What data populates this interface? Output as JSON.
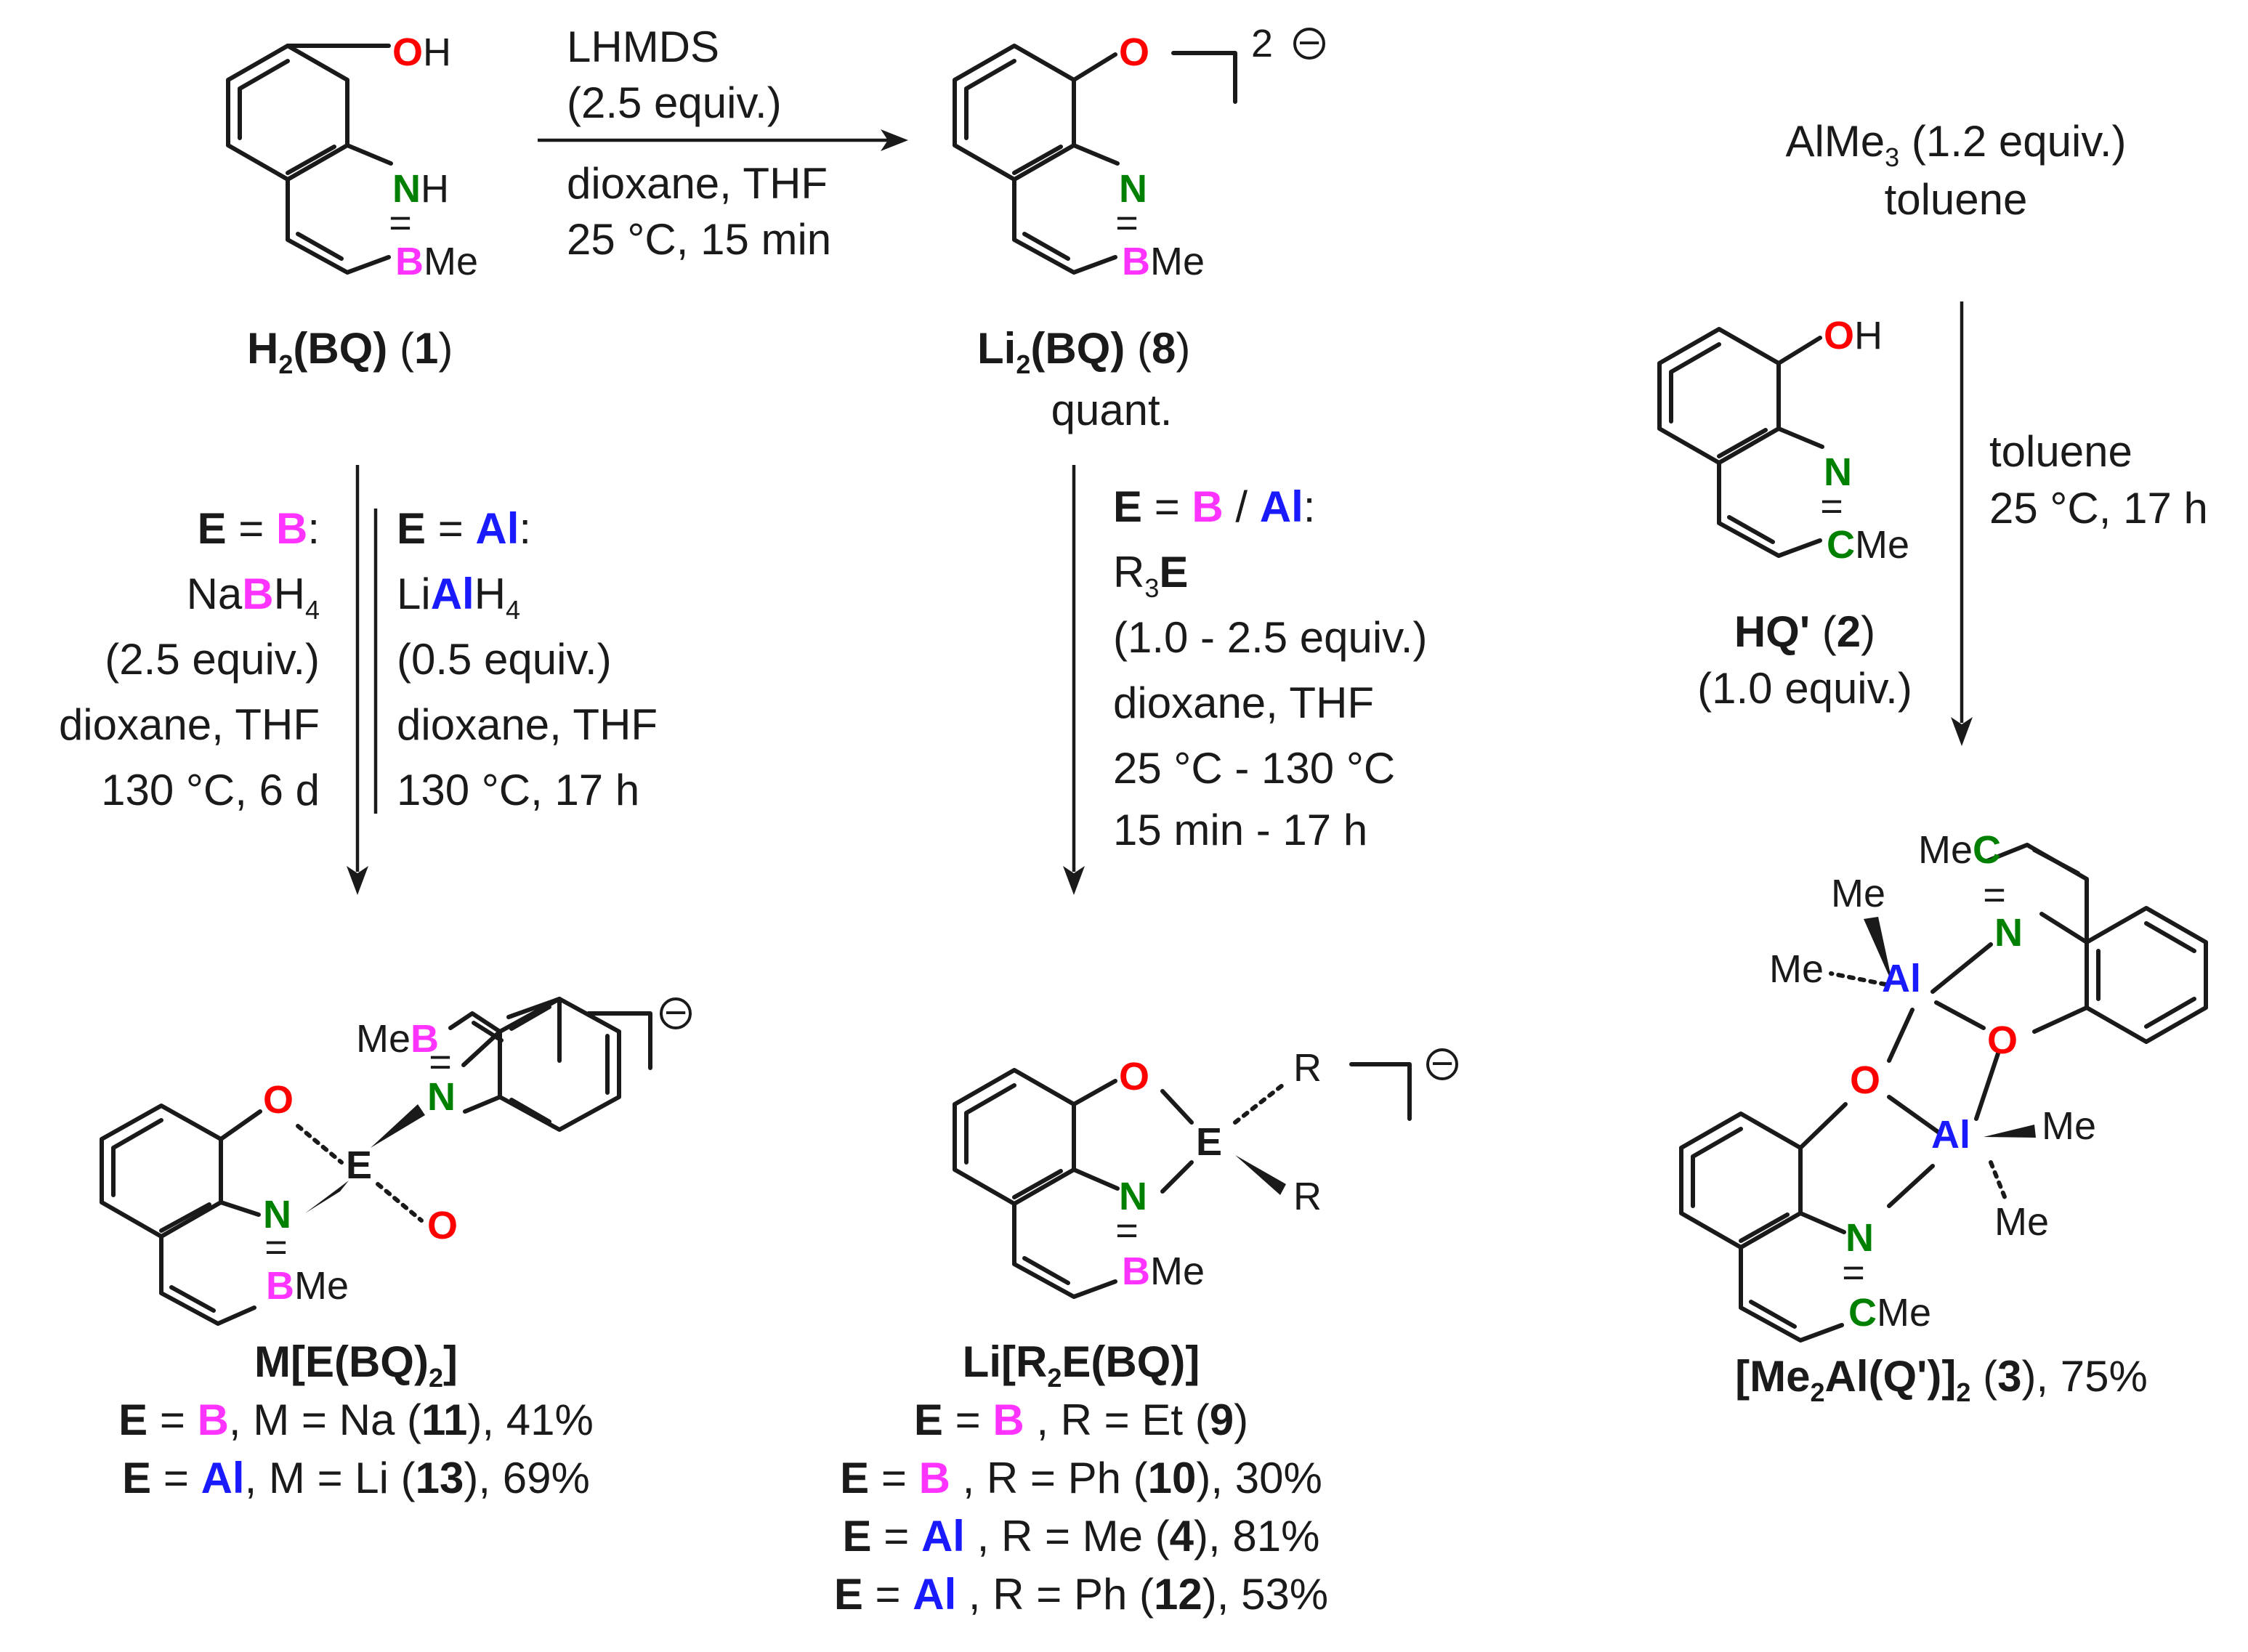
{
  "colors": {
    "oxygen": "#ff0000",
    "nitrogen": "#008000",
    "boron": "#ff33ff",
    "aluminium": "#1a1aff",
    "bond": "#1a1a1a"
  },
  "atoms": {
    "O": "O",
    "H": "H",
    "N": "N",
    "B": "B",
    "C": "C",
    "E": "E",
    "Al": "Al",
    "R": "R",
    "Me": "Me",
    "eq": "="
  },
  "charges": {
    "dianion_2": "2",
    "minus_symbol": "−"
  },
  "compounds": {
    "c1": {
      "bold": "H",
      "sub": "2",
      "bold2": "(BQ)",
      "num_pre": " (",
      "num": "1",
      "num_post": ")"
    },
    "c8": {
      "bold": "Li",
      "sub": "2",
      "bold2": "(BQ)",
      "num_pre": " (",
      "num": "8",
      "num_post": ")",
      "note": "quant."
    },
    "c2": {
      "bold": "HQ'",
      "num_pre": " (",
      "num": "2",
      "num_post": ")",
      "note": "(1.0 equiv.)"
    },
    "left": {
      "title_a": "M[E(BQ)",
      "title_sub": "2",
      "title_b": "]",
      "rows": [
        {
          "e": "E",
          "eq": " = ",
          "el": "B",
          "rest": ", M = Na (",
          "num": "11",
          "tail": "), 41%"
        },
        {
          "e": "E",
          "eq": " = ",
          "el": "Al",
          "rest": ", M = Li (",
          "num": "13",
          "tail": "), 69%"
        }
      ]
    },
    "mid": {
      "title_a": "Li[R",
      "title_sub": "2",
      "title_b": "E(BQ)]",
      "rows": [
        {
          "e": "E",
          "eq": " = ",
          "el": "B",
          "rest": " , R = Et (",
          "num": "9",
          "tail": ")"
        },
        {
          "e": "E",
          "eq": " = ",
          "el": "B",
          "rest": " , R = Ph (",
          "num": "10",
          "tail": "), 30%"
        },
        {
          "e": "E",
          "eq": " = ",
          "el": "Al",
          "rest": " , R = Me (",
          "num": "4",
          "tail": "), 81%"
        },
        {
          "e": "E",
          "eq": " = ",
          "el": "Al",
          "rest": " , R = Ph (",
          "num": "12",
          "tail": "), 53%"
        }
      ]
    },
    "right": {
      "title_a": "[Me",
      "title_sub": "2",
      "title_b": "Al(Q')]",
      "title_sub2": "2",
      "num_pre": " (",
      "num": "3",
      "tail": "), 75%"
    }
  },
  "conditions": {
    "top": [
      "LHMDS",
      "(2.5 equiv.)",
      "dioxane, THF",
      "25 °C, 15 min"
    ],
    "left_b": {
      "head_e": "E",
      "head_eq": " = ",
      "head_el": "B",
      "head_colon": ":",
      "reagent_pre": "Na",
      "reagent_el": "B",
      "reagent_post": "H",
      "reagent_sub": "4",
      "lines": [
        "(2.5 equiv.)",
        "dioxane, THF",
        "130 °C, 6 d"
      ]
    },
    "left_al": {
      "head_e": "E",
      "head_eq": " = ",
      "head_el": "Al",
      "head_colon": ":",
      "reagent_pre": "Li",
      "reagent_el": "Al",
      "reagent_post": "H",
      "reagent_sub": "4",
      "lines": [
        "(0.5 equiv.)",
        "dioxane, THF",
        "130 °C, 17 h"
      ]
    },
    "mid": {
      "head_e": "E",
      "head_eq": " = ",
      "head_b": "B",
      "head_slash": " / ",
      "head_al": "Al",
      "head_colon": ":",
      "reagent_pre": "R",
      "reagent_sub": "3",
      "reagent_e": "E",
      "lines": [
        "(1.0 - 2.5 equiv.)",
        "dioxane, THF",
        "25 °C - 130 °C",
        "15 min - 17 h"
      ]
    },
    "right_top": {
      "reagent_pre": "AlMe",
      "reagent_sub": "3",
      "reagent_post": " (1.2 equiv.)",
      "solvent": "toluene"
    },
    "right_arrow": [
      "toluene",
      "25 °C, 17 h"
    ]
  }
}
